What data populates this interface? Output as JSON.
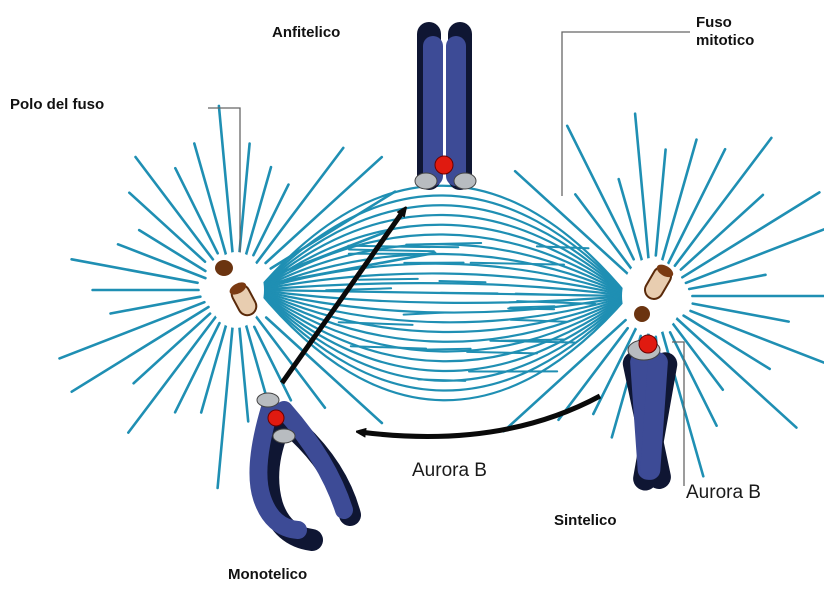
{
  "labels": {
    "anfitelico": "Anfitelico",
    "fuso_mitotico": "Fuso\nmitotico",
    "polo_del_fuso": "Polo del fuso",
    "monotelico": "Monotelico",
    "sintelico": "Sintelico",
    "aurora_b_arrow": "Aurora B",
    "aurora_b_kinetochore": "Aurora B"
  },
  "colors": {
    "microtubule": "#1f8fb3",
    "chromatid_light": "#3d4b96",
    "chromatid_dark": "#0f1633",
    "centrosome": "#f2e6d8",
    "centriole_dark": "#6b3410",
    "aurora_red": "#e01a10",
    "kinetochore_grey": "#b8bcc0",
    "arrow": "#0a0a0a",
    "leader_line": "#666666"
  },
  "icons": [
    "spindle-pole-icon",
    "chromosome-icon",
    "kinetochore-icon",
    "arrow-icon"
  ]
}
